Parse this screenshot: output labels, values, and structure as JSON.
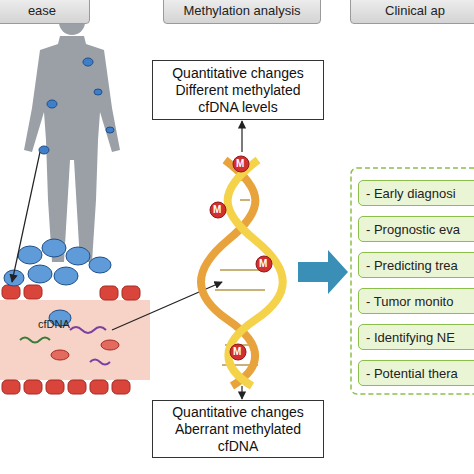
{
  "diagram": {
    "nodes": [
      {
        "text": [
          "ease"
        ]
      },
      {
        "text": [
          "Methylation analysis"
        ]
      },
      {
        "text": [
          "Clinical ap"
        ]
      },
      {
        "text": [
          "Quantitative changes Different methylated cfDNA levels"
        ]
      },
      {
        "text": [
          "Quantitative changes Aberrant methylated cfDNA"
        ]
      },
      {
        "text": [
          "- Early diagnosi"
        ]
      },
      {
        "text": [
          "- Prognostic eva"
        ]
      },
      {
        "text": [
          "- Predicting trea"
        ]
      },
      {
        "text": [
          "- Tumor monito"
        ]
      },
      {
        "text": [
          "- Identifying NE"
        ]
      },
      {
        "text": [
          "- Potential thera"
        ]
      }
    ],
    "labels": [
      "cfDNA",
      "M",
      "M",
      "M",
      "M"
    ]
  }
}
